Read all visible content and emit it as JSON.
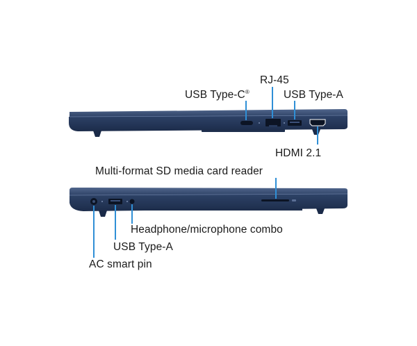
{
  "right_side": {
    "labels": {
      "rj45": "RJ-45",
      "usb_c": "USB Type-C",
      "usb_c_mark": "®",
      "usb_a": "USB Type-A",
      "hdmi": "HDMI 2.1"
    }
  },
  "left_side": {
    "labels": {
      "sd_reader": "Multi-format SD media card reader",
      "headphone": "Headphone/microphone combo",
      "usb_a": "USB Type-A",
      "ac_pin": "AC smart pin"
    }
  },
  "colors": {
    "chassis": "#26385a",
    "chassis_dark": "#172641",
    "chassis_light": "#4b5f84",
    "callout": "#2f8fd6",
    "port": "#0c1424"
  }
}
